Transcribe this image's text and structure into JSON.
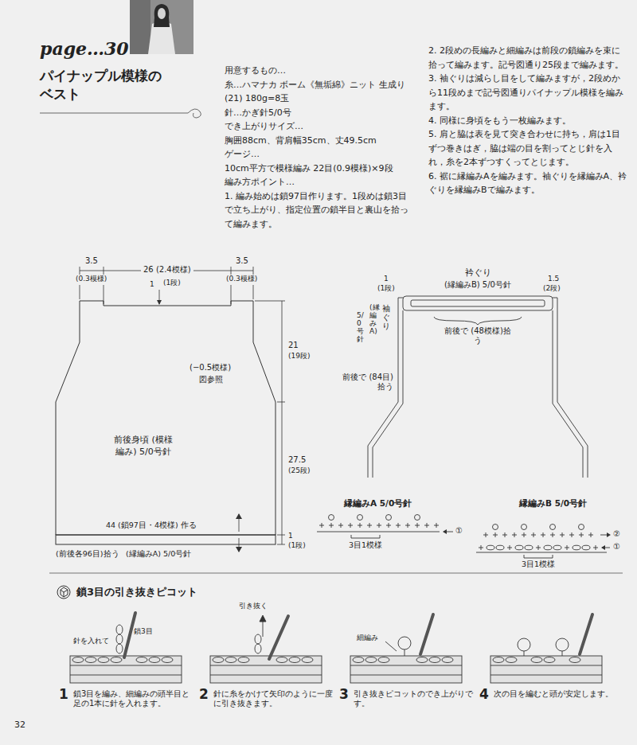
{
  "diagram": {
    "title": "パイナップル模様の ベスト",
    "nodes": [
      {
        "text": [
          "前後身頃 (模様編み) 5/0号針"
        ]
      }
    ],
    "labels": [
      "page…30",
      "用意するもの…",
      "糸…ハマナカ ボーム《無垢綿》ニット 生成り(21) 180g=8玉",
      "針…かぎ針5/0号",
      "でき上がりサイズ…",
      "胸囲88cm、背肩幅35cm、丈49.5cm",
      "ゲージ…",
      "10cm平方で模様編み 22目(0.9模様)×9段",
      "編み方ポイント…",
      "1. 編み始めは鎖97目作ります。1段めは鎖3目で立ち上がり、指定位置の鎖半目と裏山を拾って編みます。",
      "2. 2段めの長編みと細編みは前段の鎖編みを束に拾って編みます。記号図通り25段まで編みます。",
      "3. 袖ぐりは減らし目をして編みますが，2段めから11段めまで記号図通りパイナップル模様を編みます。",
      "4. 同様に身頃をもう一枚編みます。",
      "5. 肩と脇は表を見て突き合わせに持ち，肩は1目ずつ巻きはぎ，脇は端の目を割ってとじ針を入れ，糸を2本ずつすくってとじます。",
      "6. 裾に縁編みAを編みます。袖ぐりを縁編みA、衿ぐりを縁編みBで編みます。",
      "3.5",
      "(0.3模様)",
      "26 (2.4模様)",
      "3.5",
      "(0.3模様)",
      "1",
      "(1段)",
      "21",
      "(19段)",
      "(−0.5模様)",
      "図参照",
      "27.5",
      "(25段)",
      "44 (鎖97目・4模様) 作る",
      "1",
      "(1段)",
      "(前後各96目)拾う",
      "(縁編みA) 5/0号針",
      "衿ぐり",
      "(縁編みB) 5/0号針",
      "1",
      "(1段)",
      "1.5",
      "(2段)",
      "袖ぐり",
      "(縁編みA)",
      "5/0号針",
      "前後で (48模様)拾う",
      "前後で (84目)拾う",
      "縁編みA 5/0号針",
      "①",
      "3目1模様",
      "縁編みB 5/0号針",
      "②",
      "①",
      "3目1模様",
      "鎖3目の引き抜きピコット",
      "針を入れて",
      "鎖3目",
      "引き抜く",
      "細編み",
      "1",
      "鎖3目を編み、細編みの頭半目と足の1本に針を入れます。",
      "2",
      "針に糸をかけて矢印のように一度に引き抜きます。",
      "3",
      "引き抜きピコットのでき上がりです。",
      "4",
      "次の目を編むと頭が安定します。",
      "32"
    ]
  }
}
